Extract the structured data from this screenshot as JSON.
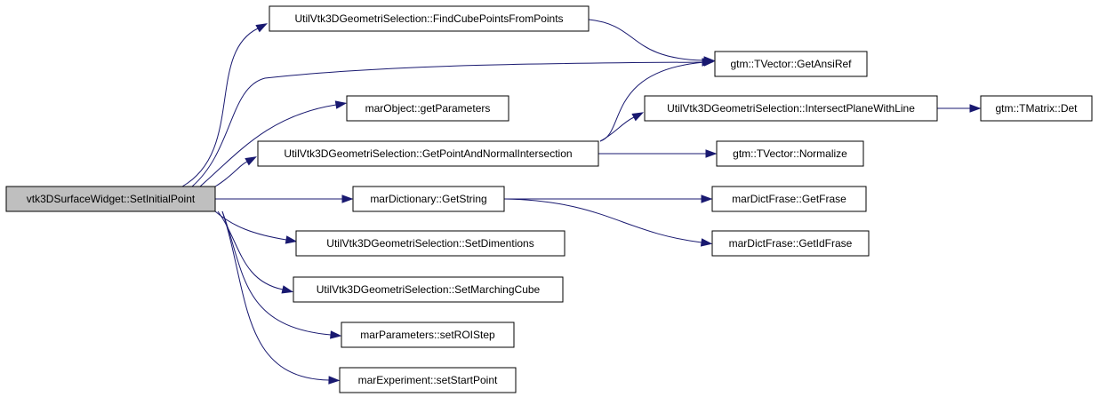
{
  "colors": {
    "edge": "#191970",
    "root_fill": "#bfbfbf",
    "node_fill": "#ffffff",
    "border": "#000000"
  },
  "nodes": [
    {
      "id": "root",
      "label": "vtk3DSurfaceWidget::SetInitialPoint",
      "root": true
    },
    {
      "id": "findcube",
      "label": "UtilVtk3DGeometriSelection::FindCubePointsFromPoints"
    },
    {
      "id": "getansiref",
      "label": "gtm::TVector::GetAnsiRef"
    },
    {
      "id": "getparams",
      "label": "marObject::getParameters"
    },
    {
      "id": "intersectplane",
      "label": "UtilVtk3DGeometriSelection::IntersectPlaneWithLine"
    },
    {
      "id": "det",
      "label": "gtm::TMatrix::Det"
    },
    {
      "id": "getpointnormal",
      "label": "UtilVtk3DGeometriSelection::GetPointAndNormalIntersection"
    },
    {
      "id": "normalize",
      "label": "gtm::TVector::Normalize"
    },
    {
      "id": "getstring",
      "label": "marDictionary::GetString"
    },
    {
      "id": "getfrase",
      "label": "marDictFrase::GetFrase"
    },
    {
      "id": "getidfrase",
      "label": "marDictFrase::GetIdFrase"
    },
    {
      "id": "setdim",
      "label": "UtilVtk3DGeometriSelection::SetDimentions"
    },
    {
      "id": "setmarch",
      "label": "UtilVtk3DGeometriSelection::SetMarchingCube"
    },
    {
      "id": "setroi",
      "label": "marParameters::setROIStep"
    },
    {
      "id": "setstart",
      "label": "marExperiment::setStartPoint"
    }
  ],
  "edges": [
    {
      "from": "root",
      "to": "findcube"
    },
    {
      "from": "root",
      "to": "getansiref"
    },
    {
      "from": "root",
      "to": "getparams"
    },
    {
      "from": "root",
      "to": "getpointnormal"
    },
    {
      "from": "root",
      "to": "getstring"
    },
    {
      "from": "root",
      "to": "setdim"
    },
    {
      "from": "root",
      "to": "setmarch"
    },
    {
      "from": "root",
      "to": "setroi"
    },
    {
      "from": "root",
      "to": "setstart"
    },
    {
      "from": "findcube",
      "to": "getansiref"
    },
    {
      "from": "getpointnormal",
      "to": "getansiref"
    },
    {
      "from": "getpointnormal",
      "to": "intersectplane"
    },
    {
      "from": "getpointnormal",
      "to": "normalize"
    },
    {
      "from": "intersectplane",
      "to": "det"
    },
    {
      "from": "getstring",
      "to": "getfrase"
    },
    {
      "from": "getstring",
      "to": "getidfrase"
    }
  ]
}
